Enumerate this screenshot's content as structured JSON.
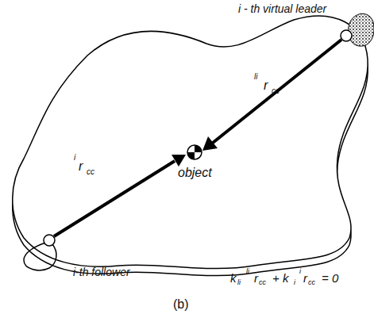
{
  "diagram": {
    "caption": "(b)",
    "labels": [
      "i - th virtual leader",
      "li",
      "r",
      "cc",
      "i",
      "r",
      "cc",
      "object",
      "i-th follower",
      "k",
      "li",
      "li",
      "r",
      "cc",
      "+ k",
      "i",
      "i",
      "r",
      "cc",
      "= 0"
    ]
  }
}
